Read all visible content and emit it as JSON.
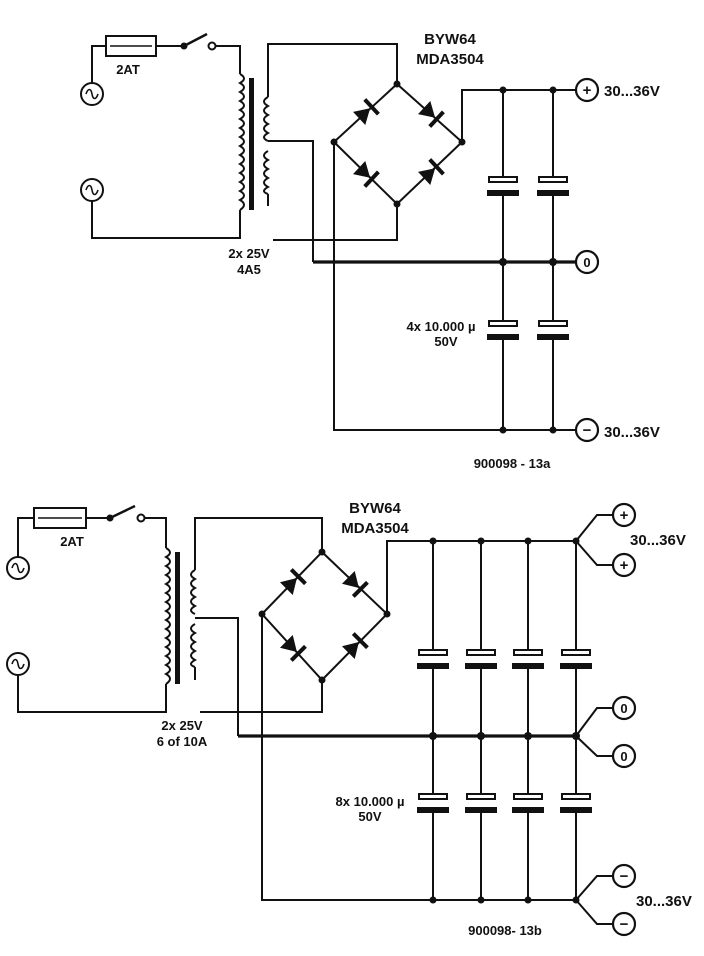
{
  "top": {
    "fuse_label": "2AT",
    "bridge_line1": "BYW64",
    "bridge_line2": "MDA3504",
    "transformer_line1": "2x 25V",
    "transformer_line2": "4A5",
    "capacitor_line1": "4x 10.000 µ",
    "capacitor_line2": "50V",
    "out_positive": "30...36V",
    "out_ground": "0",
    "out_negative": "30...36V",
    "ref": "900098 - 13a"
  },
  "bottom": {
    "fuse_label": "2AT",
    "bridge_line1": "BYW64",
    "bridge_line2": "MDA3504",
    "transformer_line1": "2x 25V",
    "transformer_line2": "6 of 10A",
    "capacitor_line1": "8x 10.000 µ",
    "capacitor_line2": "50V",
    "out_positive": "30...36V",
    "out_ground": "0",
    "out_negative": "30...36V",
    "ref": "900098- 13b"
  },
  "symbols": {
    "plus": "+",
    "minus": "−",
    "zero": "0"
  },
  "icons": [
    "ac-source-icon",
    "fuse-icon",
    "switch-icon",
    "transformer-icon",
    "diode-bridge-icon",
    "capacitor-icon",
    "terminal-icon"
  ]
}
